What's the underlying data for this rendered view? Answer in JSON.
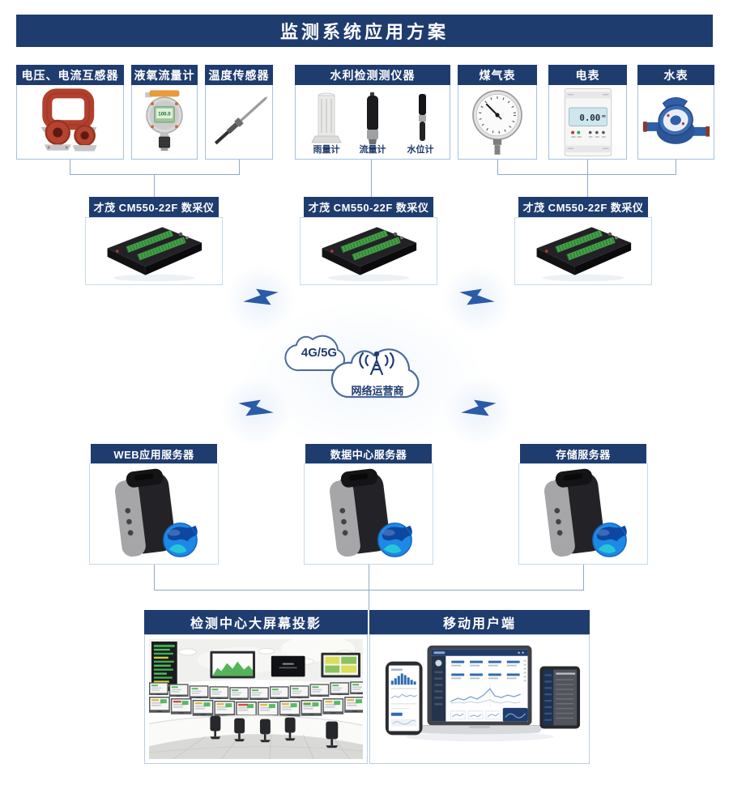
{
  "title": "监测系统应用方案",
  "devices": {
    "transformer": {
      "label": "电压、电流互感器"
    },
    "oxygen_flow": {
      "label": "液氧流量计",
      "reading": "100.0"
    },
    "temperature": {
      "label": "温度传感器"
    },
    "water_instruments": {
      "label": "水利检测测仪器",
      "items": [
        {
          "label": "雨量计"
        },
        {
          "label": "流量计"
        },
        {
          "label": "水位计"
        }
      ]
    },
    "gas_meter": {
      "label": "煤气表"
    },
    "electric_meter": {
      "label": "电表",
      "reading": "0.00"
    },
    "water_meter": {
      "label": "水表"
    }
  },
  "collectors": [
    {
      "label": "才茂 CM550-22F 数采仪"
    },
    {
      "label": "才茂 CM550-22F 数采仪"
    },
    {
      "label": "才茂 CM550-22F 数采仪"
    }
  ],
  "network": {
    "technology": "4G/5G",
    "operator": "网络运营商"
  },
  "servers": [
    {
      "label": "WEB应用服务器"
    },
    {
      "label": "数据中心服务器"
    },
    {
      "label": "存储服务器"
    }
  ],
  "output": {
    "left_title": "检测中心大屏幕投影",
    "right_title": "移动用户端"
  },
  "colors": {
    "navy": "#1f3c6e",
    "box_border": "#a4c2e2",
    "connector": "#93a9c9",
    "bolt_blue": "#2b5aa7",
    "cloud_outline": "#4a6b9f"
  }
}
